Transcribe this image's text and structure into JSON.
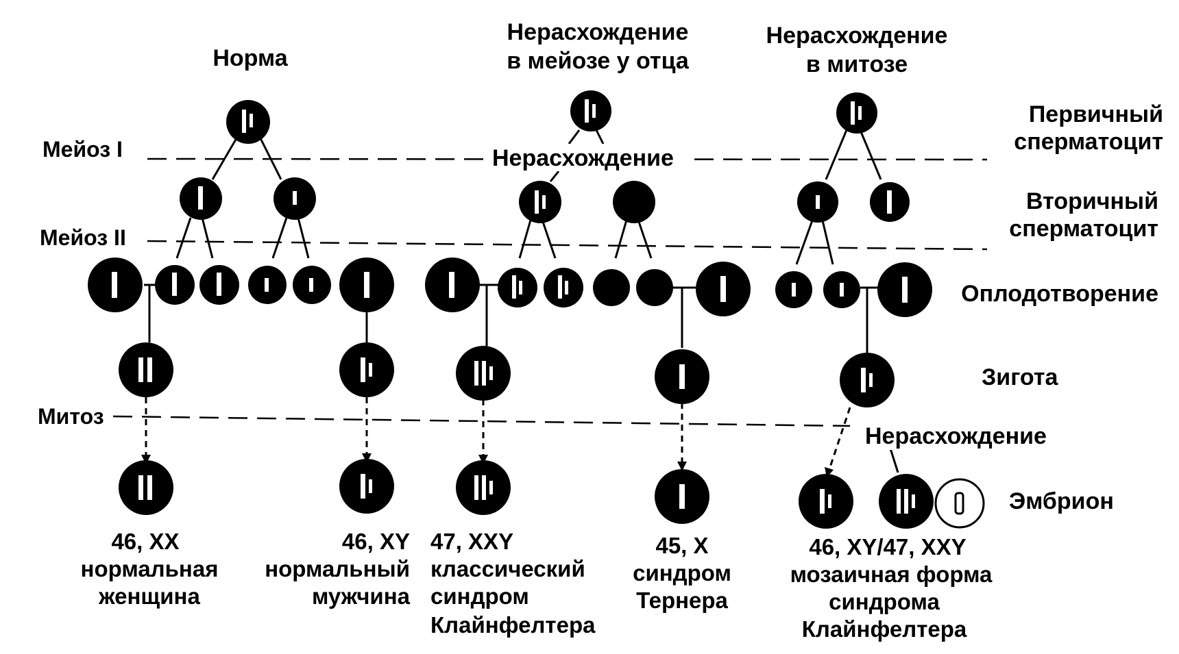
{
  "titles": {
    "normal": "Норма",
    "meiosis_father": [
      "Нерасхождение",
      "в мейозе у отца"
    ],
    "mitosis": [
      "Нерасхождение",
      "в митозе"
    ]
  },
  "levels": {
    "meiosis1": "Мейоз I",
    "meiosis2": "Мейоз II",
    "mitosis": "Митоз"
  },
  "side_labels": {
    "primary": [
      "Первичный",
      "сперматоцит"
    ],
    "secondary": [
      "Вторичный",
      "сперматоцит"
    ],
    "fertilization": "Оплодотворение",
    "zygote": "Зигота",
    "embryo": "Эмбрион"
  },
  "annotations": {
    "nondisjunction_meiosis": "Нерасхождение",
    "nondisjunction_mitosis": "Нерасхождение"
  },
  "outcomes": {
    "female": [
      "46, XX",
      "нормальная",
      "женщина"
    ],
    "male": [
      "46, XY",
      "нормальный",
      "мужчина"
    ],
    "klinefelter": [
      "47, XXY",
      "классический",
      "синдром",
      "Клайнфелтера"
    ],
    "turner": [
      "45, X",
      "синдром",
      "Тернера"
    ],
    "mosaic": [
      "46, XY/47, XXY",
      "мозаичная форма",
      "синдрома",
      "Клайнфелтера"
    ]
  }
}
